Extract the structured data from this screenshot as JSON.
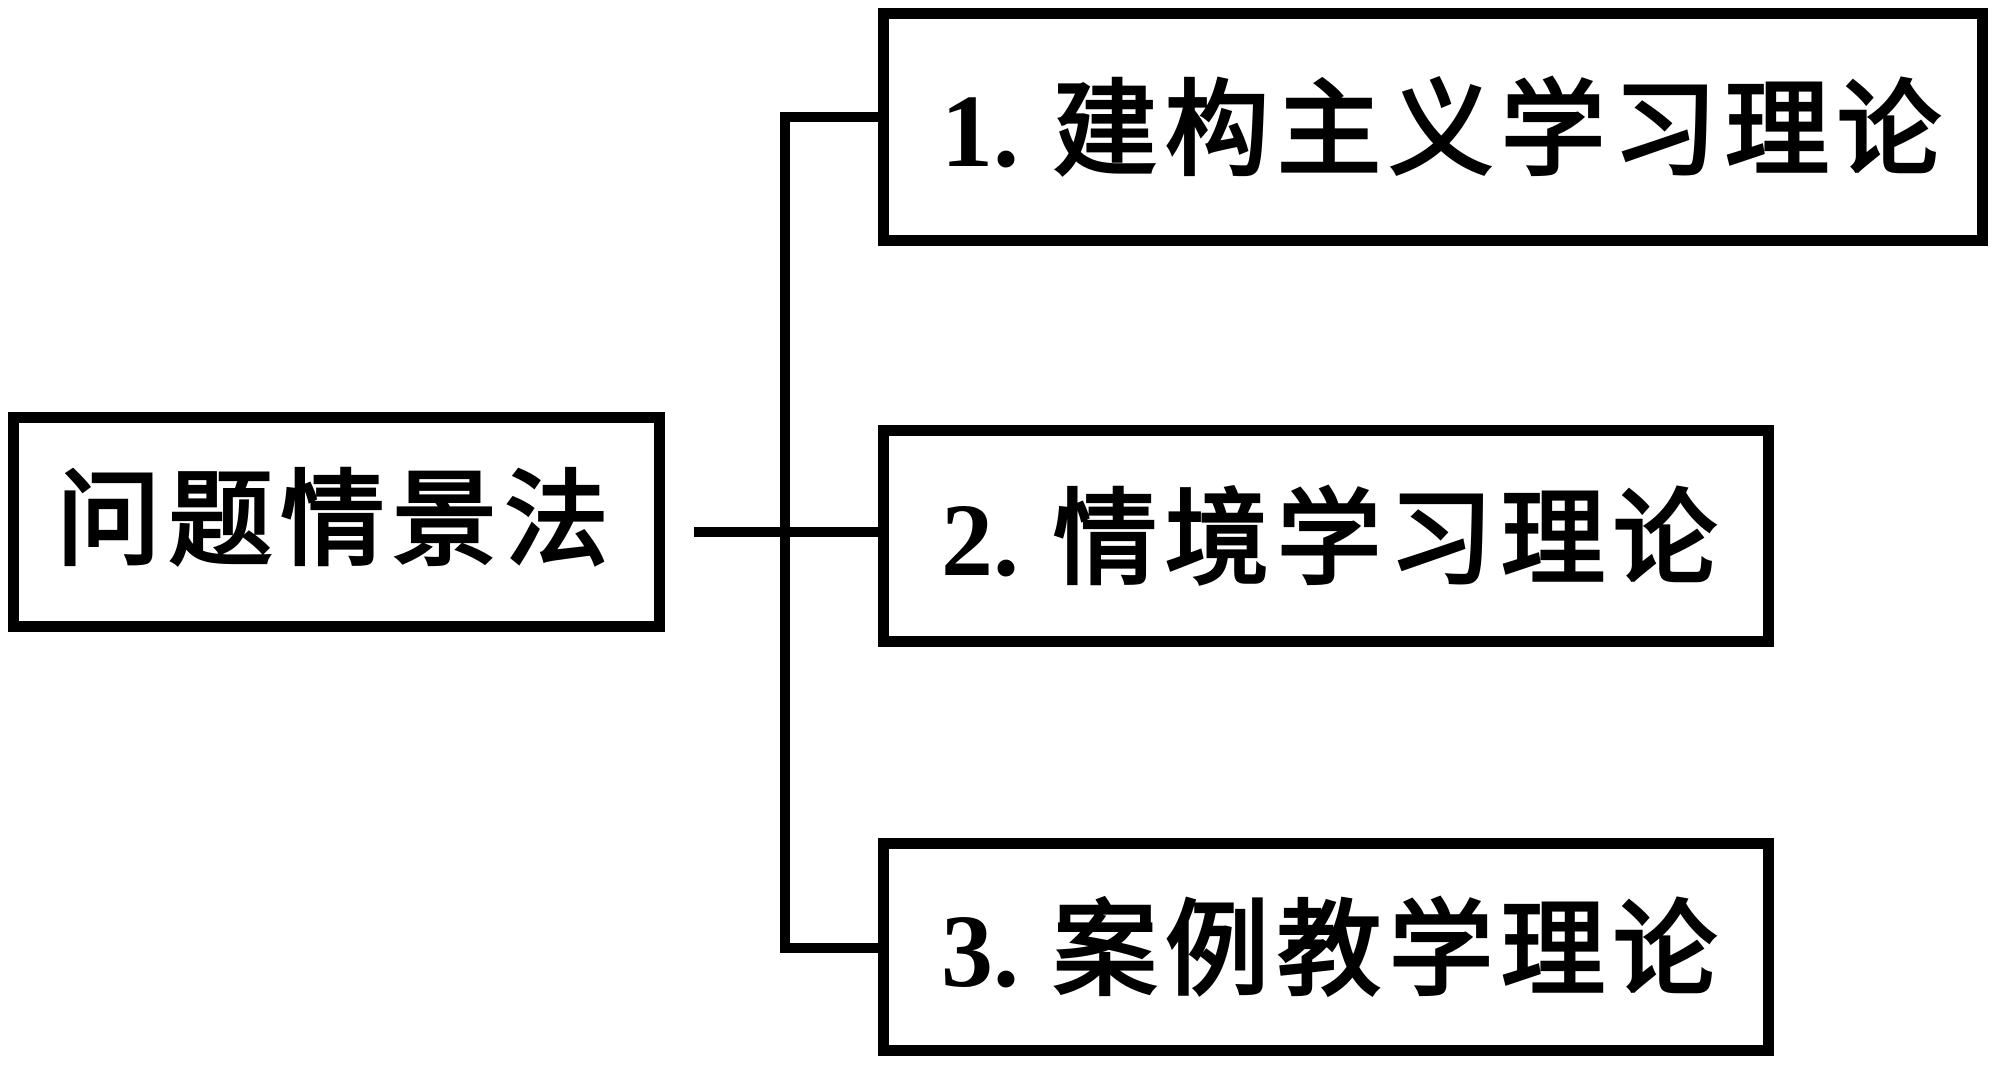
{
  "diagram": {
    "type": "tree",
    "colors": {
      "background": "#ffffff",
      "line": "#000000",
      "text": "#000000"
    },
    "root": {
      "label": "问题情景法"
    },
    "branches": [
      {
        "number": "1.",
        "label": "建构主义学习理论"
      },
      {
        "number": "2.",
        "label": "情境学习理论"
      },
      {
        "number": "3.",
        "label": "案例教学理论"
      }
    ]
  }
}
